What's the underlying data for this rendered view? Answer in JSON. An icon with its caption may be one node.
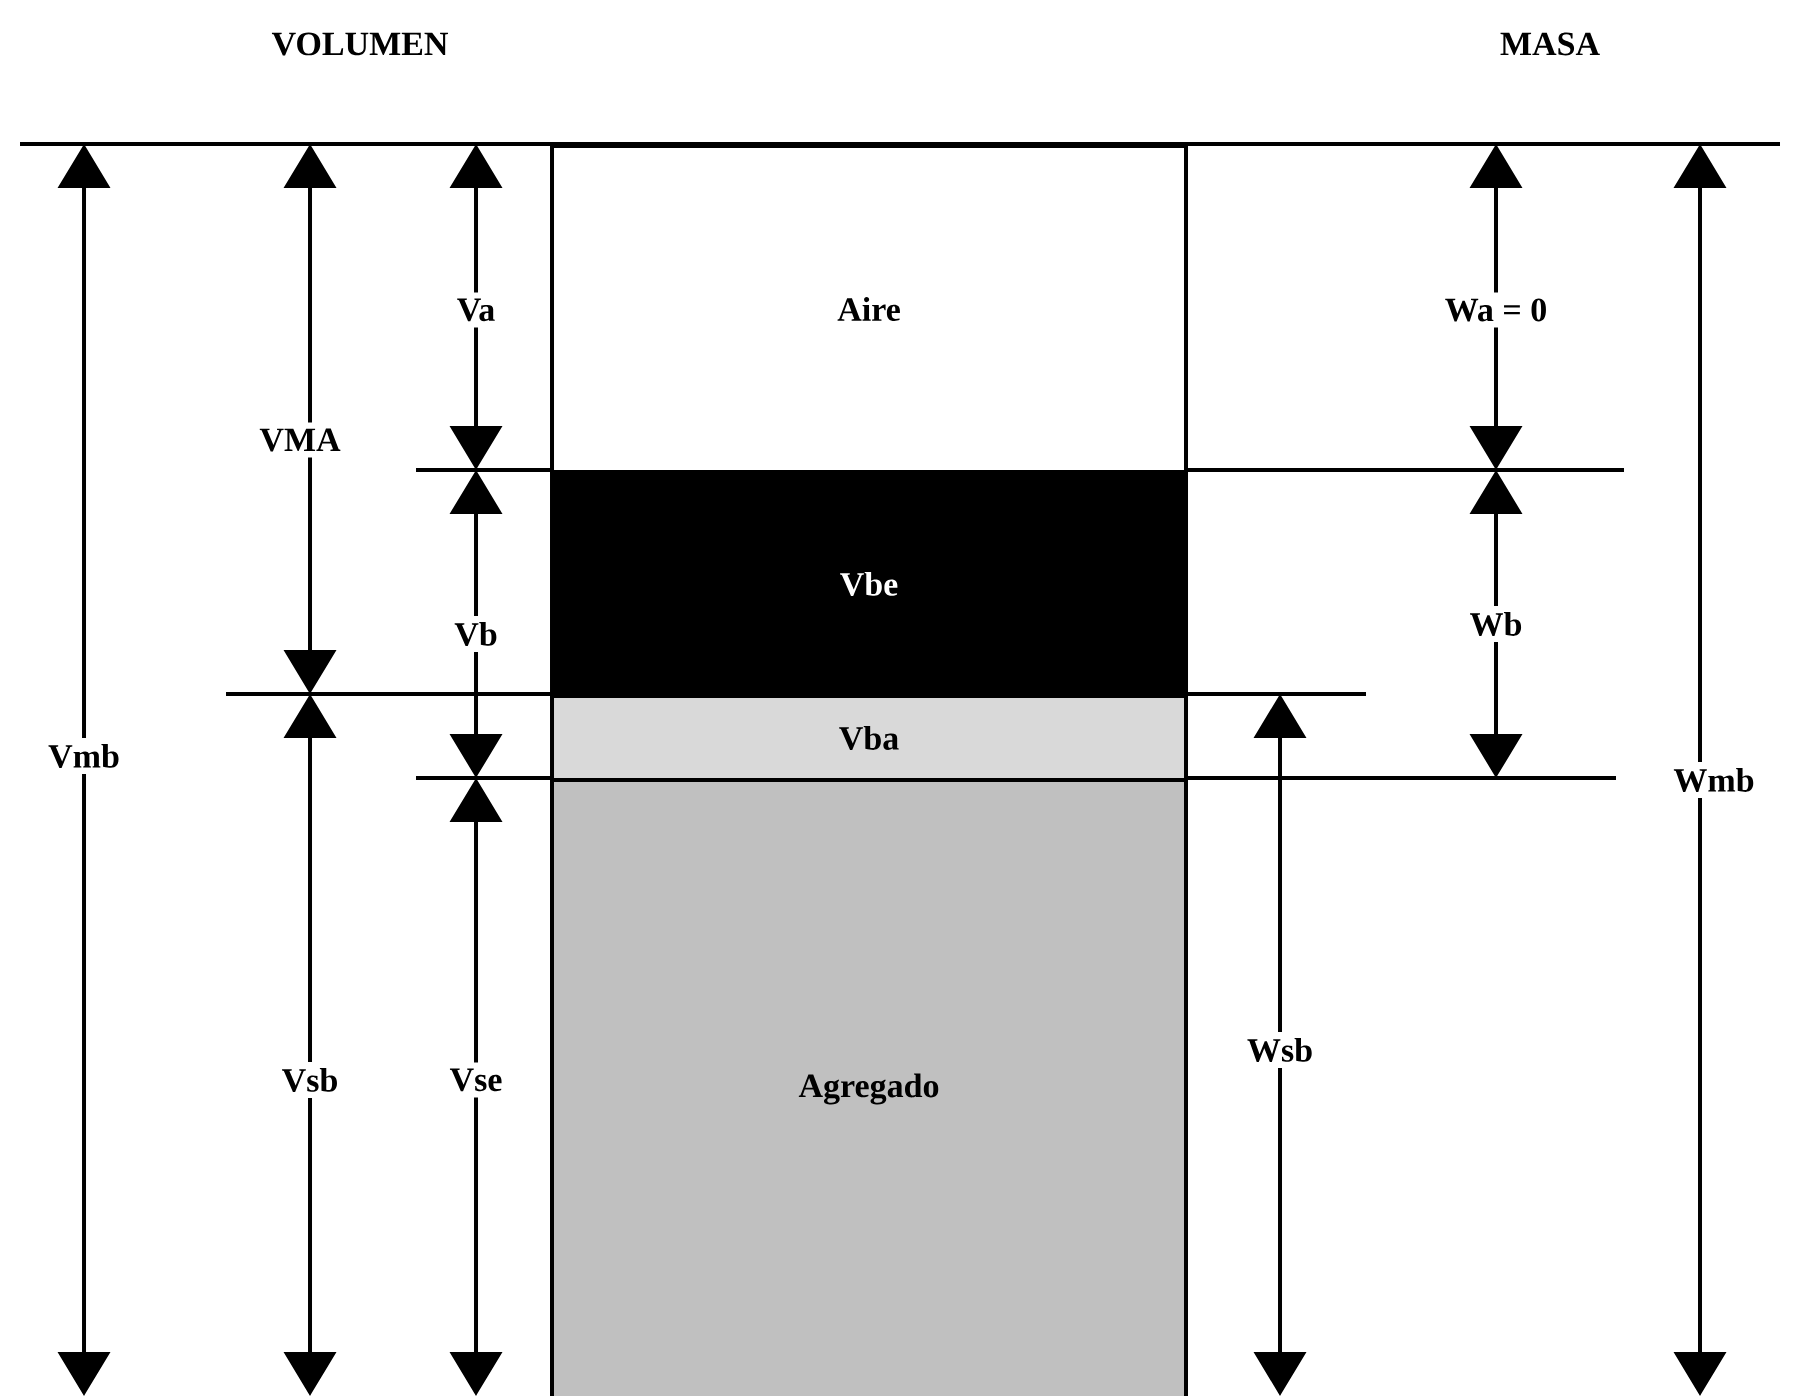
{
  "diagram": {
    "nodes": [
      {
        "text": [
          "Aire"
        ]
      },
      {
        "text": [
          "Vbe"
        ]
      },
      {
        "text": [
          "Vba"
        ]
      },
      {
        "text": [
          "Agregado"
        ]
      }
    ],
    "labels": [
      "VOLUMEN",
      "MASA",
      "Va",
      "Wa = 0",
      "VMA",
      "Vb",
      "Wb",
      "Vmb",
      "Wmb",
      "Vsb",
      "Vse",
      "Wsb"
    ]
  }
}
